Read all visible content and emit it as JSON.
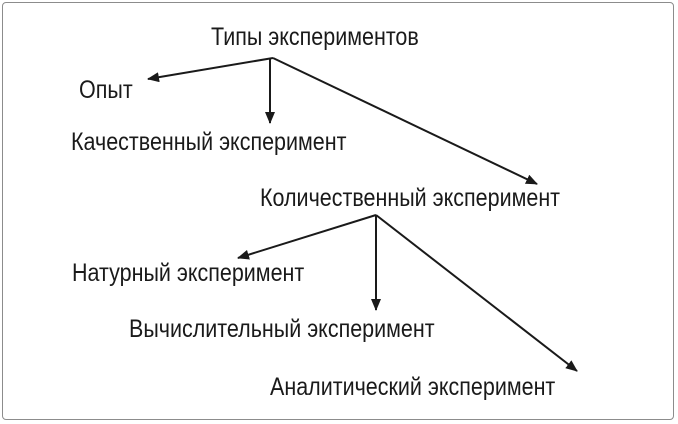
{
  "diagram": {
    "root": "Типы экспериментов",
    "nodes": {
      "opyt": "Опыт",
      "qualitative": "Качественный эксперимент",
      "quantitative": "Количественный эксперимент",
      "natural": "Натурный эксперимент",
      "computational": "Вычислительный эксперимент",
      "analytical": "Аналитический эксперимент"
    },
    "edges": [
      {
        "from": "root",
        "to": "opyt"
      },
      {
        "from": "root",
        "to": "qualitative"
      },
      {
        "from": "root",
        "to": "quantitative"
      },
      {
        "from": "quantitative",
        "to": "natural"
      },
      {
        "from": "quantitative",
        "to": "computational"
      },
      {
        "from": "quantitative",
        "to": "analytical"
      }
    ]
  }
}
